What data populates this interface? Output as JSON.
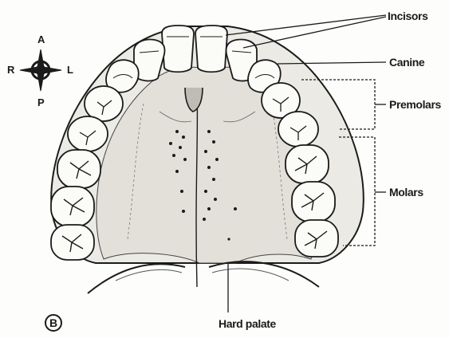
{
  "labels": {
    "incisors": "Incisors",
    "canine": "Canine",
    "premolars": "Premolars",
    "molars": "Molars",
    "hard_palate": "Hard palate"
  },
  "compass": {
    "anterior": "A",
    "posterior": "P",
    "right": "R",
    "left": "L"
  },
  "panel_letter": "B",
  "colors": {
    "ink": "#1b1b1b",
    "palate": "#e4e2db",
    "tooth": "#fbfbf8",
    "background": "#fdfdfb"
  }
}
